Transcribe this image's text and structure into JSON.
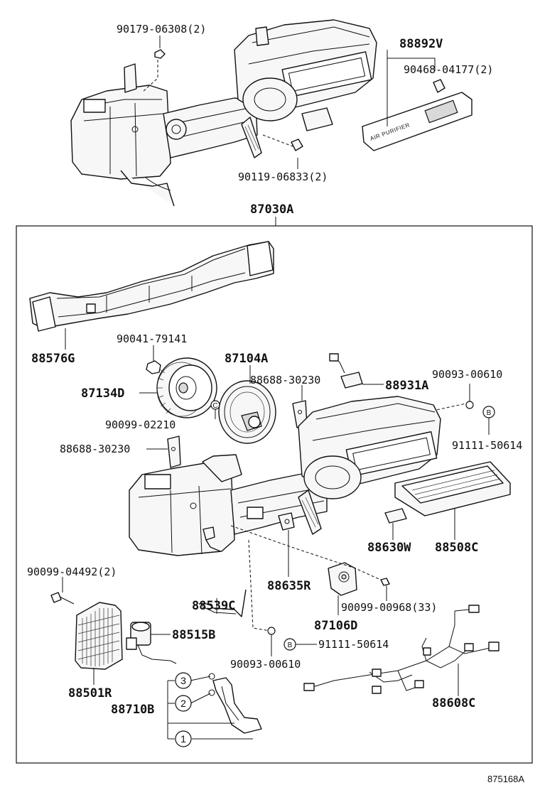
{
  "labels": {
    "p90179": "90179-06308(2)",
    "p88892V": "88892V",
    "p90468": "90468-04177(2)",
    "air_purifier": "AIR PURIFIER",
    "p90119": "90119-06833(2)",
    "p87030A": "87030A",
    "p88576G": "88576G",
    "p90041": "90041-79141",
    "p87104A": "87104A",
    "p88688_a": "88688-30230",
    "p88931A": "88931A",
    "p90093_a": "90093-00610",
    "p87134D": "87134D",
    "p90099_02210": "90099-02210",
    "p91111_a": "91111-50614",
    "p88688_b": "88688-30230",
    "p88630W": "88630W",
    "p88508C": "88508C",
    "p90099_04492": "90099-04492(2)",
    "p88635R": "88635R",
    "p88539C": "88539C",
    "p90099_00968": "90099-00968(33)",
    "p87106D": "87106D",
    "p88515B": "88515B",
    "p91111_b": "91111-50614",
    "p90093_b": "90093-00610",
    "p88501R": "88501R",
    "p88608C": "88608C",
    "p88710B": "88710B",
    "ref": "875168A",
    "mark_b": "B",
    "mark_c": "C",
    "n1": "1",
    "n2": "2",
    "n3": "3"
  }
}
